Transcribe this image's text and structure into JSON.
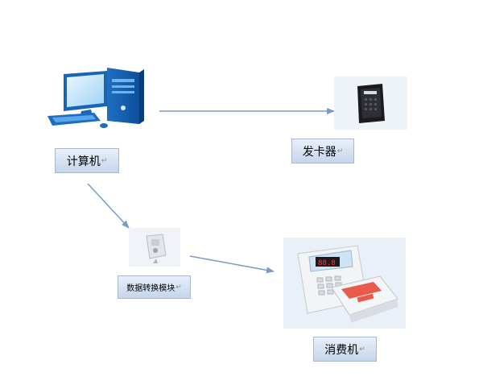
{
  "nodes": {
    "computer": {
      "label": "计算机",
      "icon": "desktop-computer-icon"
    },
    "card_issuer": {
      "label": "发卡器",
      "icon": "card-reader-icon"
    },
    "data_converter": {
      "label": "数据转换模块",
      "icon": "usb-converter-icon"
    },
    "pos_terminal": {
      "label": "消费机",
      "icon": "pos-terminal-icon"
    }
  },
  "return_mark": "↵",
  "colors": {
    "label_border": "#a9b8cc",
    "label_gradient_top": "#e9f0fa",
    "label_gradient_bottom": "#c5d5ea",
    "arrow": "#7a9bc4"
  }
}
